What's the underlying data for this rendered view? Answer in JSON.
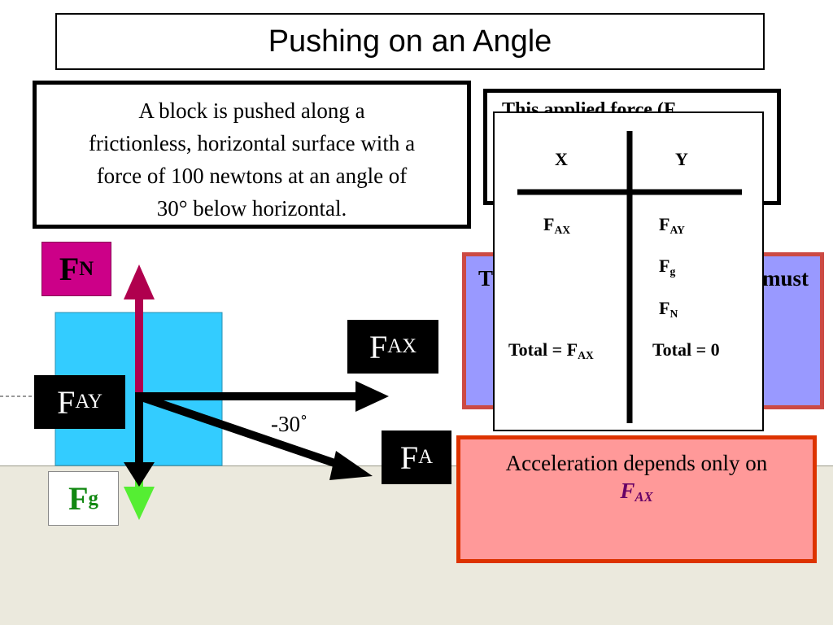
{
  "title": "Pushing on an Angle",
  "problem": {
    "lines": [
      "A block is pushed along a",
      "frictionless, horizontal surface with a",
      "force of 100 newtons at an angle of",
      "30° below horizontal."
    ]
  },
  "applied_box": {
    "text": "This applied force (F"
  },
  "purple_box": {
    "left_text": "T",
    "right_text": "must"
  },
  "acceleration": {
    "text": "Acceleration depends only on",
    "term": "F",
    "term_sub": "AX"
  },
  "angle_label": "-30˚",
  "force_labels": {
    "fn": {
      "main": "F",
      "sub": "N"
    },
    "fay": {
      "main": "F",
      "sub": "AY"
    },
    "fax": {
      "main": "F",
      "sub": "AX"
    },
    "fa": {
      "main": "F",
      "sub": "A"
    },
    "fg": {
      "main": "F",
      "sub": "g"
    }
  },
  "table": {
    "col_x": "X",
    "col_y": "Y",
    "x_items": [
      {
        "main": "F",
        "sub": "AX"
      }
    ],
    "y_items": [
      {
        "main": "F",
        "sub": "AY"
      },
      {
        "main": "F",
        "sub": "g"
      },
      {
        "main": "F",
        "sub": "N"
      }
    ],
    "x_total": {
      "main": "Total = F",
      "sub": "AX"
    },
    "y_total": "Total = 0"
  },
  "colors": {
    "normal_arrow": "#b0004e",
    "gravity_arrow": "#55ee33",
    "block": "#33ccff",
    "ground": "#ebe9dd"
  }
}
